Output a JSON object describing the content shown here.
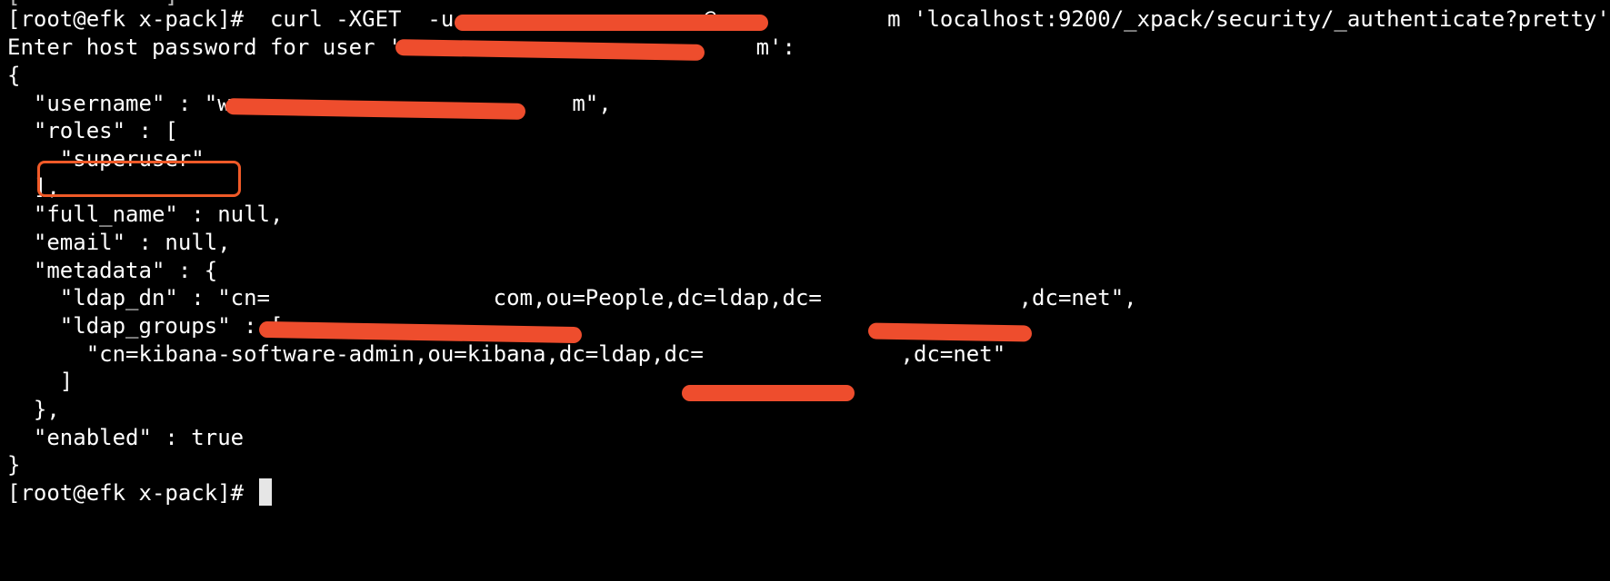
{
  "terminal": {
    "lines": [
      "[root@efk x-pack]#  curl -XGET  -u w                 @y            m 'localhost:9200/_xpack/security/_authenticate?pretty'",
      "Enter host password for user 'w                          m':",
      "{",
      "  \"username\" : \"w                          m\",",
      "  \"roles\" : [",
      "    \"superuser\"",
      "  ],",
      "  \"full_name\" : null,",
      "  \"email\" : null,",
      "  \"metadata\" : {",
      "    \"ldap_dn\" : \"cn=                 com,ou=People,dc=ldap,dc=               ,dc=net\",",
      "    \"ldap_groups\" : [",
      "      \"cn=kibana-software-admin,ou=kibana,dc=ldap,dc=               ,dc=net\"",
      "    ]",
      "  },",
      "  \"enabled\" : true",
      "}",
      "[root@efk x-pack]# "
    ],
    "top_partial_line": "[           ]"
  },
  "colors": {
    "background": "#000000",
    "text": "#ffffff",
    "redaction": "#ee4d2d",
    "highlight_box": "#f05a28",
    "cursor": "#e6e6e6"
  }
}
